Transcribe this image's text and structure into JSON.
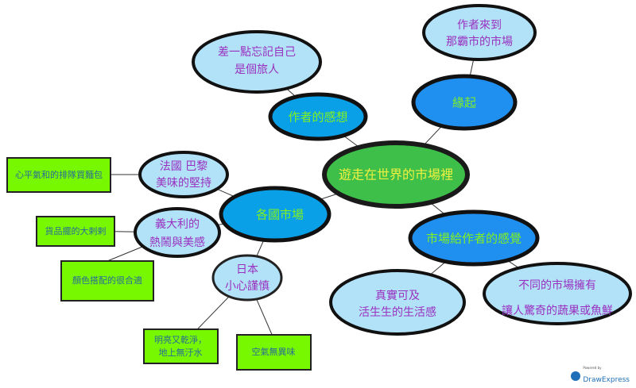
{
  "colors": {
    "center_fill": "#3dbf4a",
    "main_fill": "#0aa0e8",
    "main_fill_alt": "#2090f0",
    "sub_fill": "#b2e2f8",
    "box_fill": "#78f800",
    "line": "#333333"
  },
  "center": {
    "label": "遊走在世界的市場裡"
  },
  "branches": {
    "feelings": {
      "label": "作者的感想",
      "child": [
        "差一點忘記自己",
        "是個旅人"
      ]
    },
    "origin": {
      "label": "緣起",
      "child": [
        "作者來到",
        "那霸市的市場"
      ]
    },
    "impression": {
      "label": "市場給作者的感覺",
      "child1": [
        "真實可及",
        "活生生的生活感"
      ],
      "child2": [
        "不同的市場擁有",
        "讓人驚奇的蔬果或魚鮮"
      ]
    },
    "markets": {
      "label": "各國市場",
      "france": {
        "label": [
          "法國 巴黎",
          "美味的堅持"
        ],
        "notes": [
          "心平氣和的排隊買麵包"
        ]
      },
      "italy": {
        "label": [
          "義大利的",
          "熱鬧與美感"
        ],
        "notes": [
          "貨品擺的大剌剌",
          "顏色搭配的很合適"
        ]
      },
      "japan": {
        "label": [
          "日本",
          "小心謹慎"
        ],
        "notes": [
          [
            "明亮又乾淨，",
            "地上無汙水"
          ],
          "空氣無異味"
        ]
      }
    }
  },
  "credit": {
    "small": "Powered by",
    "brand": "DrawExpress"
  }
}
